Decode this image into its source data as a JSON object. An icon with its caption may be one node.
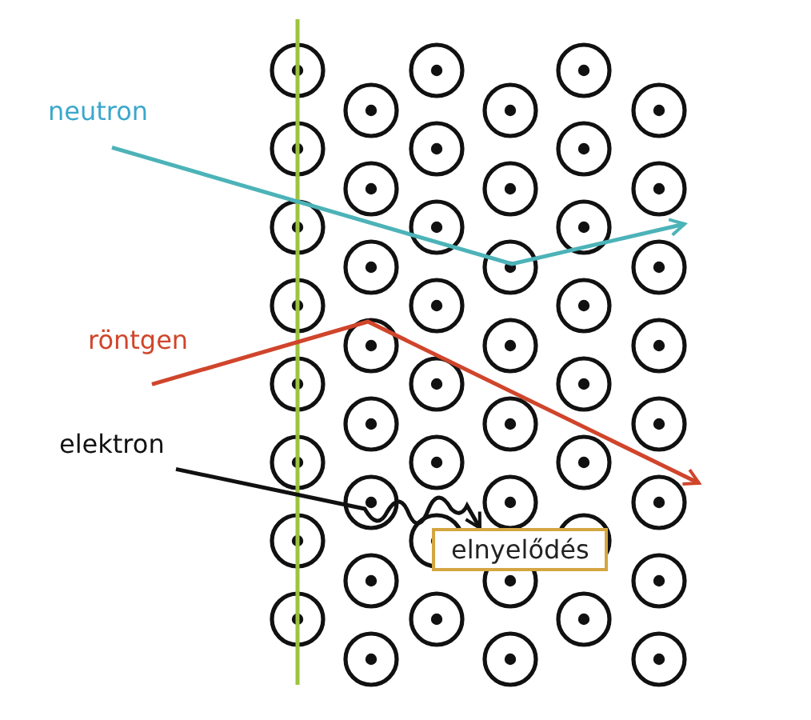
{
  "diagram": {
    "nodes": [
      {
        "text": [
          "neutron"
        ]
      },
      {
        "text": [
          "röntgen"
        ]
      },
      {
        "text": [
          "elektron"
        ]
      },
      {
        "text": [
          "elnyelődés"
        ]
      }
    ],
    "edges": [
      {
        "from": 0,
        "to": null,
        "arrow": "to",
        "color": "#4cb3b8"
      },
      {
        "from": 1,
        "to": null,
        "arrow": "to",
        "color": "#d0452b"
      },
      {
        "from": 2,
        "to": 3,
        "arrow": "to",
        "color": "#111111"
      }
    ]
  }
}
